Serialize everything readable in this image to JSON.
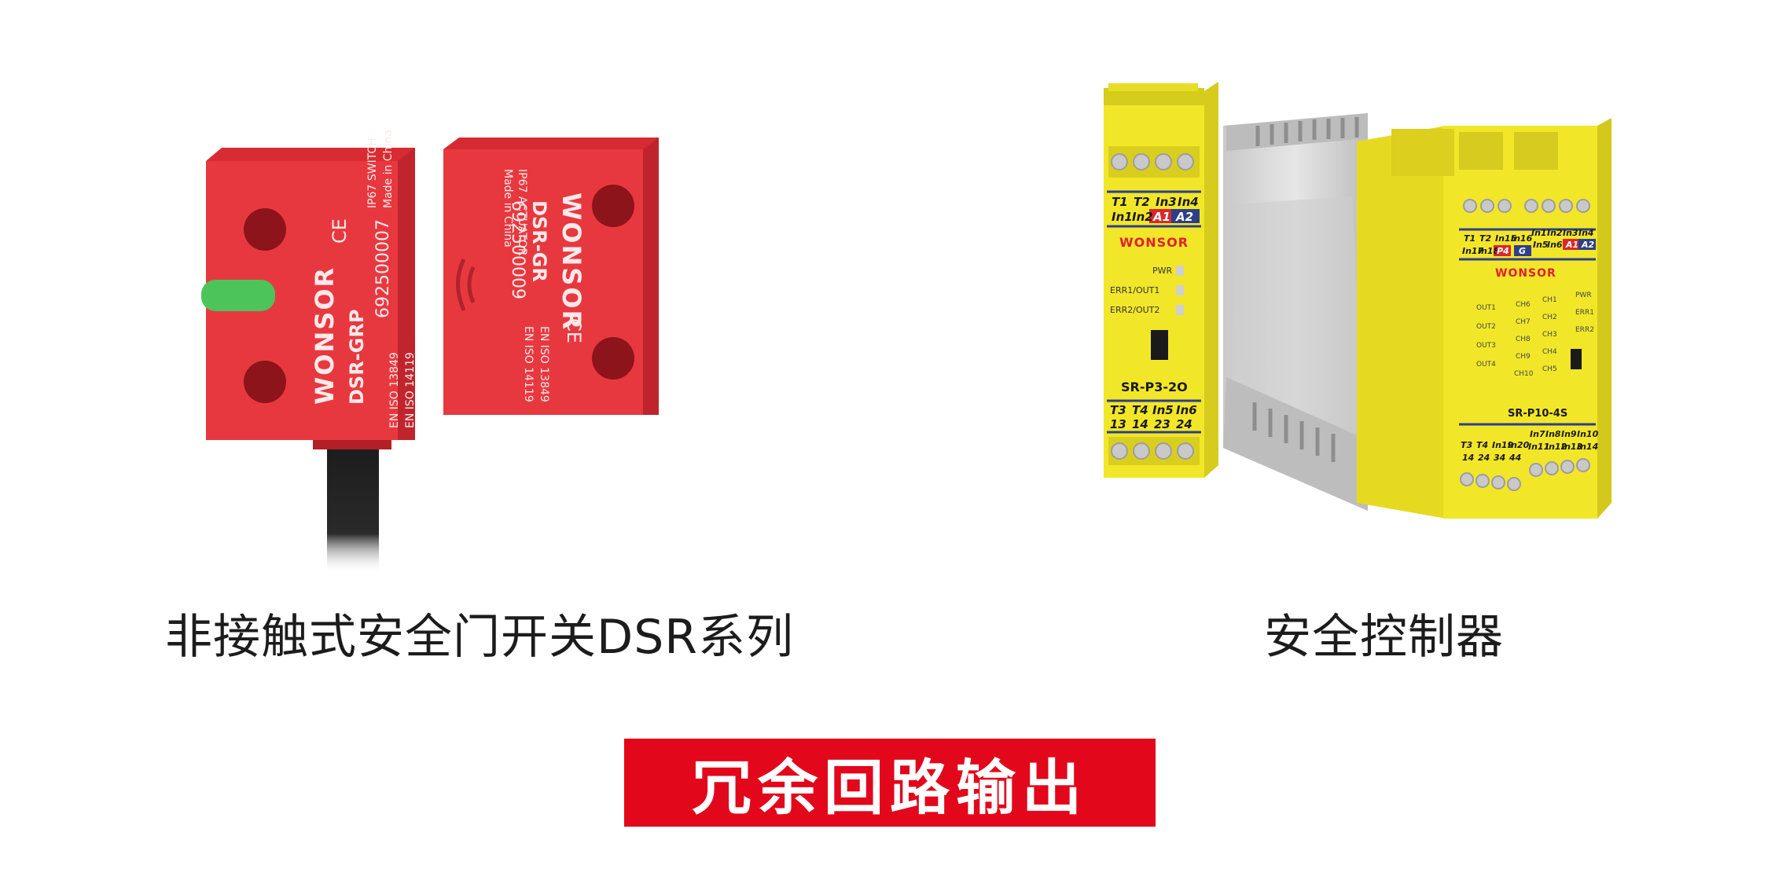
{
  "left_product": {
    "caption": "非接触式安全门开关DSR系列",
    "switch": {
      "brand": "WONSOR",
      "model": "DSR-GRP",
      "code": "692500007",
      "spec": "IP67 SWITCH",
      "origin": "Made in China",
      "std1": "EN ISO 13849",
      "std2": "EN ISO 14119",
      "ce": "CE"
    },
    "actuator": {
      "brand": "WONSOR",
      "model": "DSR-GR",
      "code": "692500009",
      "spec": "IP67 ACTUATOR",
      "origin": "Made in China",
      "std1": "EN ISO 13849",
      "std2": "EN ISO 14119",
      "ce": "CE"
    }
  },
  "right_product": {
    "caption": "安全控制器",
    "unit_small": {
      "brand": "WONSOR",
      "model": "SR-P3-2O",
      "top_row1": [
        "T1",
        "T2",
        "In3",
        "In4"
      ],
      "top_row2": [
        "In1",
        "In2",
        "A1",
        "A2"
      ],
      "bottom_row1": [
        "T3",
        "T4",
        "In5",
        "In6"
      ],
      "bottom_row2": [
        "13",
        "14",
        "23",
        "24"
      ],
      "leds": [
        "PWR",
        "ERR1/OUT1",
        "ERR2/OUT2"
      ]
    },
    "unit_large": {
      "brand": "WONSOR",
      "model": "SR-P10-4S",
      "top_row1": [
        "T1",
        "T2",
        "In15",
        "In16",
        "In1",
        "In2",
        "In3",
        "In4"
      ],
      "top_row2": [
        "In17",
        "In18",
        "P4",
        "G",
        "In5",
        "In6",
        "A1",
        "A2"
      ],
      "bottom_row1": [
        "T3",
        "T4",
        "In19",
        "In20",
        "In7",
        "In8",
        "In9",
        "In10"
      ],
      "bottom_row2": [
        "14",
        "24",
        "34",
        "44",
        "In11",
        "In12",
        "In13",
        "In14"
      ],
      "outs": [
        "OUT1",
        "OUT2",
        "OUT3",
        "OUT4"
      ],
      "chs_a": [
        "CH6",
        "CH7",
        "CH8",
        "CH9",
        "CH10"
      ],
      "chs_b": [
        "CH1",
        "CH2",
        "CH3",
        "CH4",
        "CH5"
      ],
      "status": [
        "PWR",
        "ERR1",
        "ERR2"
      ]
    }
  },
  "banner": {
    "text": "冗余回路输出"
  },
  "colors": {
    "banner": "#e2071b",
    "switch_red": "#e8343a",
    "controller_yellow": "#f2e629",
    "controller_grey": "#d9d9d9",
    "dot_cyan": "#38c3e6",
    "dot_red": "#e2202e"
  }
}
